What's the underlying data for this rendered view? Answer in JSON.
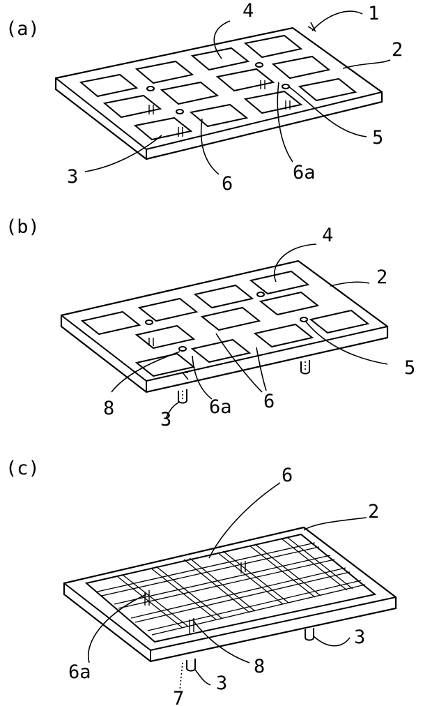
{
  "panels": [
    {
      "id": "a",
      "caption": "(a)",
      "labels": [
        "1",
        "2",
        "3",
        "4",
        "5",
        "6",
        "6a"
      ]
    },
    {
      "id": "b",
      "caption": "(b)",
      "labels": [
        "2",
        "3",
        "4",
        "5",
        "6",
        "6a",
        "8"
      ]
    },
    {
      "id": "c",
      "caption": "(c)",
      "labels": [
        "2",
        "3",
        "3",
        "6",
        "6a",
        "7",
        "8"
      ]
    }
  ]
}
